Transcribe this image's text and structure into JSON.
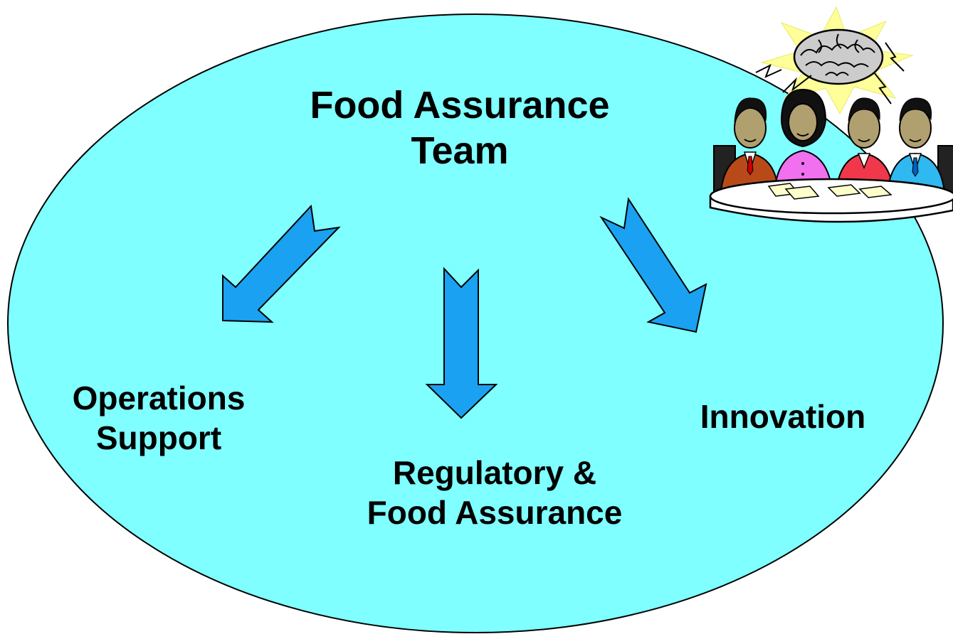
{
  "colors": {
    "ellipse_fill": "#7fffff",
    "arrow_fill": "#1aa1f2",
    "outline": "#000000",
    "text": "#000000"
  },
  "title": {
    "line1": "Food Assurance",
    "line2": "Team"
  },
  "branches": [
    {
      "line1": "Operations",
      "line2": "Support"
    },
    {
      "line1": "Regulatory &",
      "line2": "Food Assurance"
    },
    {
      "line1": "Innovation",
      "line2": ""
    }
  ],
  "illustration": {
    "icon": "brainstorm-meeting-clipart"
  }
}
